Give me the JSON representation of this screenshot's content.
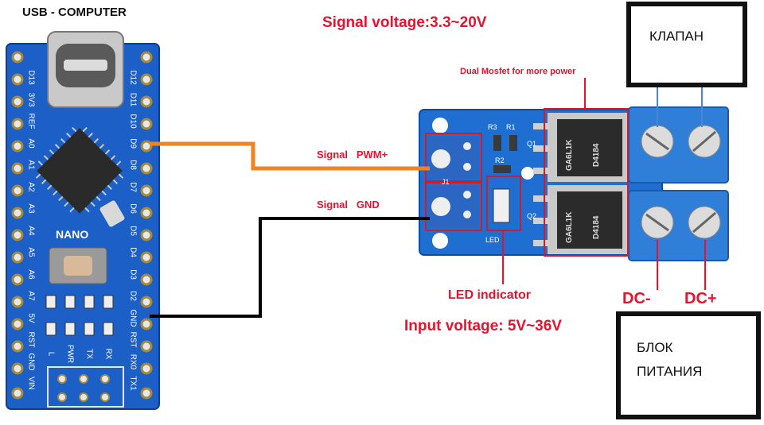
{
  "arduino": {
    "usb_title": "USB - COMPUTER",
    "board_name": "NANO",
    "left_pins": [
      "D13",
      "3V3",
      "REF",
      "A0",
      "A1",
      "A2",
      "A3",
      "A4",
      "A5",
      "A6",
      "A7",
      "5V",
      "RST",
      "GND",
      "VIN"
    ],
    "right_pins": [
      "D12",
      "D11",
      "D10",
      "D9",
      "D8",
      "D7",
      "D6",
      "D5",
      "D4",
      "D3",
      "D2",
      "GND",
      "RST",
      "RX0",
      "TX1"
    ],
    "led_labels": [
      "L",
      "PWR",
      "TX",
      "RX"
    ]
  },
  "mosfet": {
    "signal_voltage": "Signal voltage:3.3~20V",
    "dual_mosfet": "Dual Mosfet for more power",
    "signal_pwm": "Signal   PWM+",
    "signal_gnd": "Signal   GND",
    "led_indicator": "LED indicator",
    "input_voltage": "Input voltage: 5V~36V",
    "dc_minus": "DC-",
    "dc_plus": "DC+",
    "board_labels": {
      "r3": "R3",
      "r1": "R1",
      "r2": "R2",
      "q1": "Q1",
      "q2": "Q2",
      "j1": "J1",
      "led": "LED",
      "chip_code": "GA6L1K",
      "chip_part": "D4184"
    }
  },
  "boxes": {
    "valve": "КЛАПАН",
    "power_line1": "БЛОК",
    "power_line2": "ПИТАНИЯ"
  },
  "colors": {
    "pwm_wire": "#f58220",
    "gnd_wire": "#000000",
    "label_red": "#e8122f",
    "pcb_blue": "#1f6ed1",
    "terminal_blue": "#2f7fd8"
  }
}
